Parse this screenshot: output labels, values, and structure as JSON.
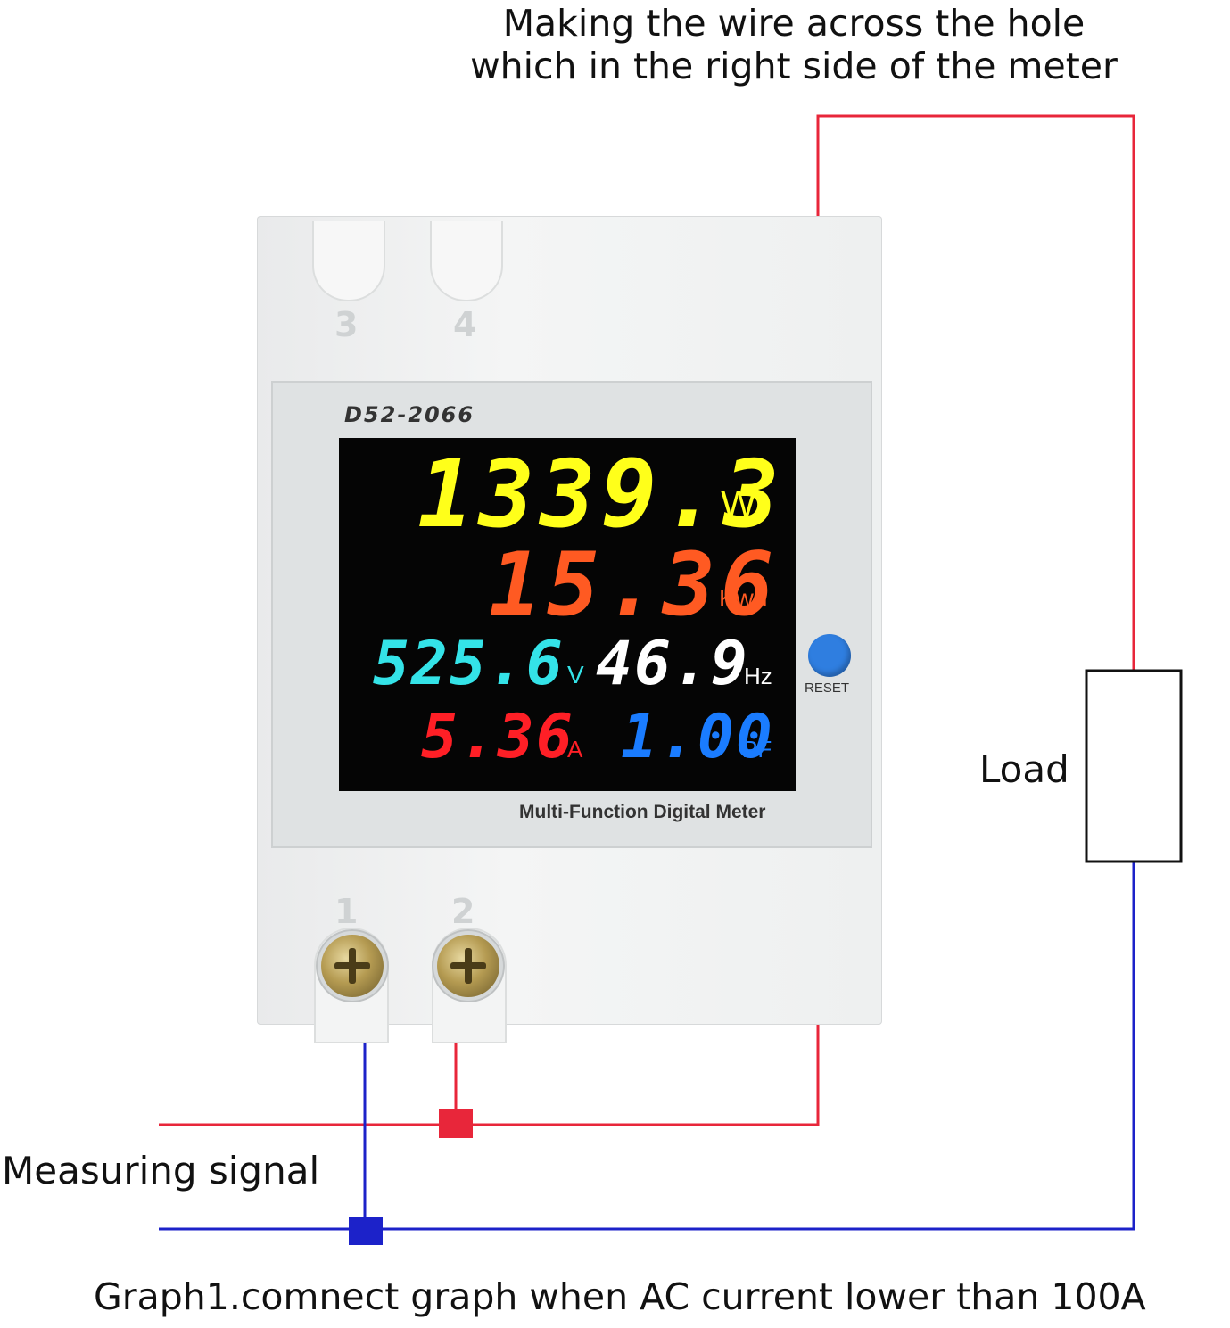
{
  "captions": {
    "top_line1": "Making the wire across the hole",
    "top_line2": "which in the right side of the meter",
    "load": "Load",
    "measuring_signal": "Measuring signal",
    "bottom": "Graph1.comnect graph when AC current lower than 100A"
  },
  "meter": {
    "model": "D52-2066",
    "subtitle": "Multi-Function Digital Meter",
    "reset_label": "RESET",
    "terminals_top": [
      "3",
      "4"
    ],
    "terminals_bottom": [
      "1",
      "2"
    ],
    "readings": {
      "power": {
        "value": "1339.3",
        "unit": "W",
        "color": "#ffff1a"
      },
      "energy": {
        "value": "15.36",
        "unit": "Kwh",
        "color": "#ff5a22"
      },
      "voltage": {
        "value": "525.6",
        "unit": "V",
        "color": "#34e3e8"
      },
      "frequency": {
        "value": "46.9",
        "unit": "Hz",
        "color": "#ffffff"
      },
      "current": {
        "value": "5.36",
        "unit": "A",
        "color": "#ff1f26"
      },
      "power_factor": {
        "value": "1.00",
        "unit": "PF",
        "color": "#1a7cff"
      }
    }
  },
  "colors": {
    "live_wire": "#e8263a",
    "neutral_wire": "#1c22c9",
    "reset_button": "#2f7ee0"
  }
}
